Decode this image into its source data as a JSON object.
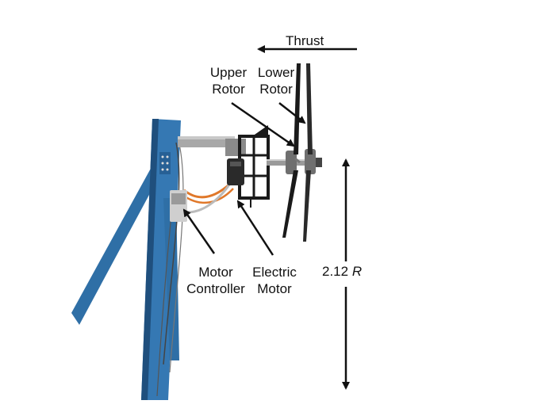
{
  "labels": {
    "thrust": "Thrust",
    "upper_rotor_line1": "Upper",
    "upper_rotor_line2": "Rotor",
    "lower_rotor_line1": "Lower",
    "lower_rotor_line2": "Rotor",
    "motor_controller_line1": "Motor",
    "motor_controller_line2": "Controller",
    "electric_motor_line1": "Electric",
    "electric_motor_line2": "Motor",
    "dimension_value": "2.12",
    "dimension_symbol": "R"
  },
  "colors": {
    "stand_blue": "#2f6fa6",
    "stand_blue_dark": "#1f4f7d",
    "frame_black": "#1a1a1a",
    "wire_orange": "#e0782a",
    "metal_grey": "#9a9a9a"
  }
}
